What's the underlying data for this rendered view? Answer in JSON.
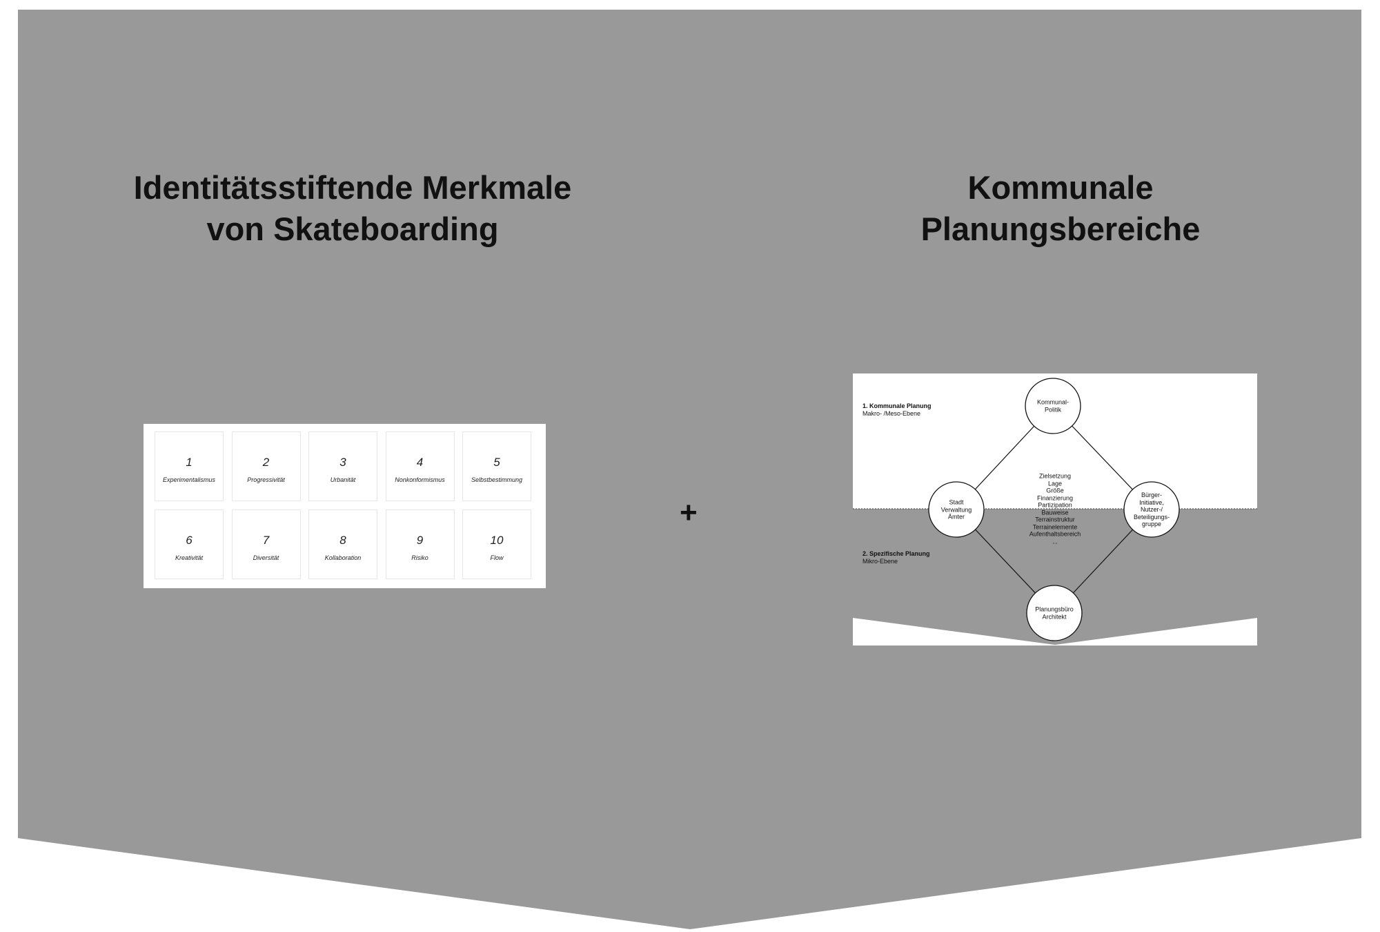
{
  "colors": {
    "panel": "#999999",
    "card": "#ffffff",
    "ink": "#111111"
  },
  "left": {
    "title_lines": [
      "Identitätsstiftende Merkmale",
      "von Skateboarding"
    ],
    "cards": [
      {
        "number": "1",
        "label": "Experimentalismus"
      },
      {
        "number": "2",
        "label": "Progressivität"
      },
      {
        "number": "3",
        "label": "Urbanität"
      },
      {
        "number": "4",
        "label": "Nonkonformismus"
      },
      {
        "number": "5",
        "label": "Selbstbestimmung"
      },
      {
        "number": "6",
        "label": "Kreativität"
      },
      {
        "number": "7",
        "label": "Diversität"
      },
      {
        "number": "8",
        "label": "Kollaboration"
      },
      {
        "number": "9",
        "label": "Risiko"
      },
      {
        "number": "10",
        "label": "Flow"
      }
    ]
  },
  "plus_sign": "+",
  "right": {
    "title_lines": [
      "Kommunale",
      "Planungsbereiche"
    ],
    "diagram": {
      "level1_title": "1. Kommunale Planung",
      "level1_sub": "Makro- /Meso-Ebene",
      "level2_title": "2. Spezifische Planung",
      "level2_sub": "Mikro-Ebene",
      "nodes": {
        "top": [
          "Kommunal-",
          "Politik"
        ],
        "left": [
          "Stadt",
          "Verwaltung",
          "Ämter"
        ],
        "right": [
          "Bürger-",
          "Initiative,",
          "Nutzer-/",
          "Beteiligungs-",
          "gruppe"
        ],
        "bottom": [
          "Planungsbüro",
          "Architekt"
        ]
      },
      "topics": [
        "Zielsetzung",
        "Lage",
        "Größe",
        "Finanzierung",
        "Partizipation",
        "Bauweise",
        "Terrainstruktur",
        "Terrainelemente",
        "Aufenthaltsbereich",
        "..."
      ]
    }
  }
}
